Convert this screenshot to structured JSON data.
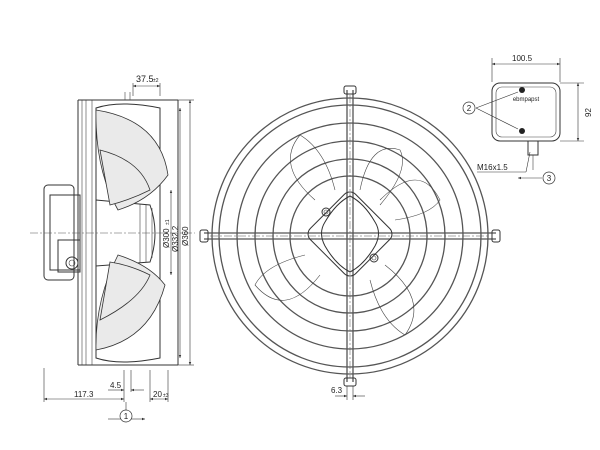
{
  "side_view": {
    "dim_top": "37.5",
    "dim_top_tol": "±2",
    "dim_d1": "Ø300",
    "dim_d1_tol": "±1",
    "dim_d2": "Ø332.2",
    "dim_d3": "Ø360",
    "dim_bottom_left": "117.3",
    "dim_bottom_mid": "4.5",
    "dim_bottom_right": "20",
    "dim_bottom_right_tol": "±3",
    "callout_1": "1"
  },
  "front_view": {
    "dim_slot": "6.3"
  },
  "terminal_box": {
    "dim_width": "100.5",
    "dim_height": "92",
    "brand_label": "ebmpapst",
    "thread_label": "M16x1.5",
    "callout_2": "2",
    "callout_3": "3"
  }
}
